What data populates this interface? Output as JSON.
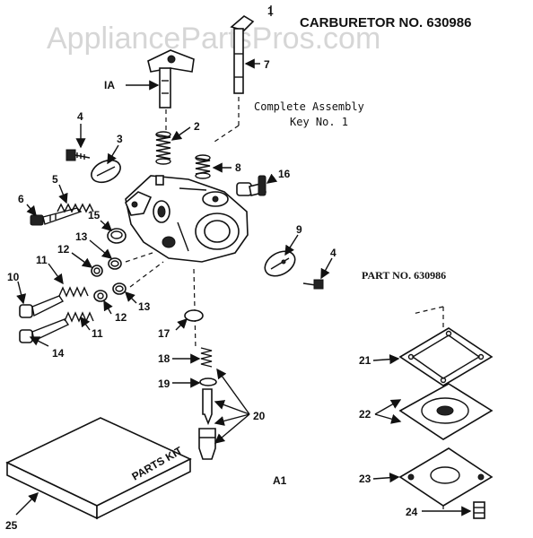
{
  "title": "CARBURETOR NO. 630986",
  "watermark": "AppliancePartsPros.com",
  "assembly_note": {
    "line1": "Complete Assembly",
    "line2": "Key No. 1"
  },
  "part_number": "PART NO. 630986",
  "bottom_mark": "A1",
  "package_text": "PARTS KIT",
  "callouts": {
    "k1": "1",
    "k1a": "IA",
    "k2": "2",
    "k3": "3",
    "k4a": "4",
    "k4b": "4",
    "k5": "5",
    "k6": "6",
    "k7": "7",
    "k8": "8",
    "k9": "9",
    "k10": "10",
    "k11a": "11",
    "k11b": "11",
    "k12a": "12",
    "k12b": "12",
    "k13a": "13",
    "k13b": "13",
    "k14": "14",
    "k15": "15",
    "k16": "16",
    "k17": "17",
    "k18": "18",
    "k19": "19",
    "k20": "20",
    "k21": "21",
    "k22": "22",
    "k23": "23",
    "k24": "24",
    "k25": "25"
  }
}
